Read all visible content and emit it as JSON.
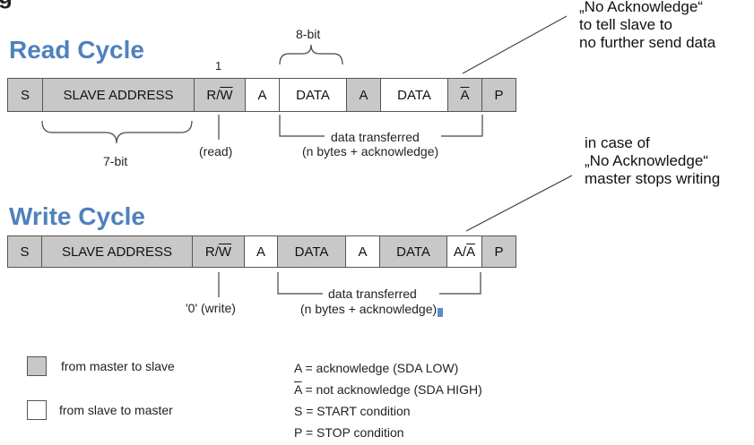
{
  "read_cycle": {
    "title": "Read Cycle",
    "cells": [
      {
        "label": "S",
        "role": "master"
      },
      {
        "label": "SLAVE ADDRESS",
        "role": "master"
      },
      {
        "label": "R/W",
        "role": "master",
        "overline": "W"
      },
      {
        "label": "A",
        "role": "slave"
      },
      {
        "label": "DATA",
        "role": "slave"
      },
      {
        "label": "A",
        "role": "master"
      },
      {
        "label": "DATA",
        "role": "slave"
      },
      {
        "label": "A",
        "role": "master",
        "overline": "A"
      },
      {
        "label": "P",
        "role": "master"
      }
    ],
    "one_label": "1",
    "eight_bit_label": "8-bit",
    "seven_bit_label": "7-bit",
    "read_label": "(read)",
    "transfer_label_1": "data transferred",
    "transfer_label_2": "(n bytes + acknowledge)",
    "note_lines": [
      "„No Acknowledge“",
      "to tell slave to",
      "no further send data"
    ]
  },
  "write_cycle": {
    "title": "Write Cycle",
    "cells": [
      {
        "label": "S",
        "role": "master"
      },
      {
        "label": "SLAVE ADDRESS",
        "role": "master"
      },
      {
        "label": "R/W",
        "role": "master",
        "overline": "W"
      },
      {
        "label": "A",
        "role": "slave"
      },
      {
        "label": "DATA",
        "role": "master"
      },
      {
        "label": "A",
        "role": "slave"
      },
      {
        "label": "DATA",
        "role": "master"
      },
      {
        "label": "A/A",
        "role": "slave",
        "overline": "A"
      },
      {
        "label": "P",
        "role": "master"
      }
    ],
    "write_label": "'0' (write)",
    "transfer_label_1": "data transferred",
    "transfer_label_2": "(n bytes + acknowledge)",
    "note_lines": [
      "in case of",
      "„No Acknowledge“",
      "master stops writing"
    ]
  },
  "legend": {
    "master_to_slave": "from master to slave",
    "slave_to_master": "from slave to master",
    "definitions": [
      {
        "symbol": "A",
        "overline": false,
        "text": " = acknowledge (SDA LOW)"
      },
      {
        "symbol": "A",
        "overline": true,
        "text": " = not acknowledge (SDA HIGH)"
      },
      {
        "symbol": "S",
        "overline": false,
        "text": " = START condition"
      },
      {
        "symbol": "P",
        "overline": false,
        "text": " = STOP condition"
      }
    ]
  },
  "colors": {
    "title": "#4f81bd",
    "master": "#c8c8c8",
    "slave": "#ffffff"
  }
}
